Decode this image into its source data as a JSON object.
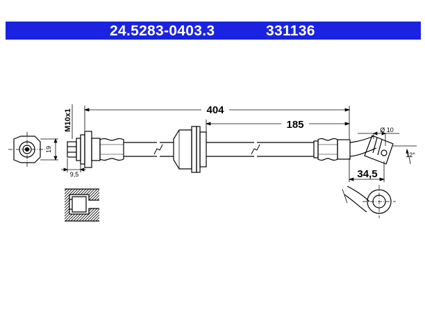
{
  "header": {
    "part_number": "24.5283-0403.3",
    "ref_number": "331136",
    "background_color": "#1a23e0",
    "text_color": "#ffffff"
  },
  "dimensions": {
    "overall_length": "404",
    "inner_length": "185",
    "thread": "M10x1",
    "fitting_height": "19",
    "fitting_width": "9,5",
    "hole_diameter": "Ø 10",
    "banjo_offset": "34,5",
    "angle": "12°"
  }
}
